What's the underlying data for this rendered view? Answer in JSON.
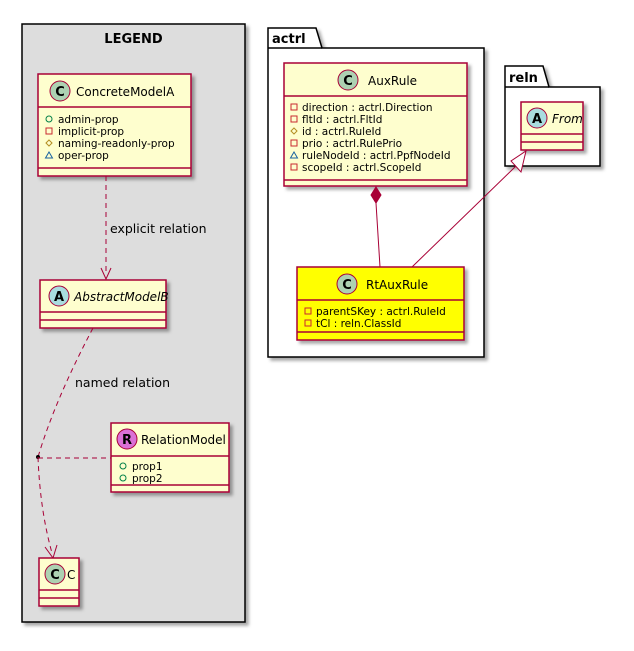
{
  "colors": {
    "class_fill": "#FEFECE",
    "class_border": "#A80036",
    "highlight_fill": "#FFFF00",
    "legend_fill": "#DDDDDD",
    "badge_c": "#ADD1B2",
    "badge_a": "#A9DCDF",
    "badge_r": "#DA70D6",
    "relation": "#A80036"
  },
  "legend": {
    "title": "LEGEND",
    "concrete_model": {
      "badge": "C",
      "name": "ConcreteModelA",
      "attrs": [
        {
          "vis": "public",
          "text": "admin-prop"
        },
        {
          "vis": "private",
          "text": "implicit-prop"
        },
        {
          "vis": "protected",
          "text": "naming-readonly-prop"
        },
        {
          "vis": "package",
          "text": "oper-prop"
        }
      ]
    },
    "explicit_label": "explicit relation",
    "abstract_model": {
      "badge": "A",
      "name": "AbstractModelB"
    },
    "named_label": "named relation",
    "relation_model": {
      "badge": "R",
      "name": "RelationModel",
      "attrs": [
        {
          "vis": "public",
          "text": "prop1"
        },
        {
          "vis": "public",
          "text": "prop2"
        }
      ]
    },
    "c_model": {
      "badge": "C",
      "name": "C"
    }
  },
  "actrl": {
    "title": "actrl",
    "aux_rule": {
      "badge": "C",
      "name": "AuxRule",
      "attrs": [
        {
          "vis": "private",
          "text": "direction : actrl.Direction"
        },
        {
          "vis": "private",
          "text": "fltId : actrl.FltId"
        },
        {
          "vis": "protected",
          "text": "id : actrl.RuleId"
        },
        {
          "vis": "private",
          "text": "prio : actrl.RulePrio"
        },
        {
          "vis": "package",
          "text": "ruleNodeId : actrl.PpfNodeId"
        },
        {
          "vis": "private",
          "text": "scopeId : actrl.ScopeId"
        }
      ]
    },
    "rt_aux_rule": {
      "badge": "C",
      "name": "RtAuxRule",
      "attrs": [
        {
          "vis": "private",
          "text": "parentSKey : actrl.RuleId"
        },
        {
          "vis": "private",
          "text": "tCl : reln.ClassId"
        }
      ]
    }
  },
  "reln": {
    "title": "reln",
    "from": {
      "badge": "A",
      "name": "From"
    }
  }
}
